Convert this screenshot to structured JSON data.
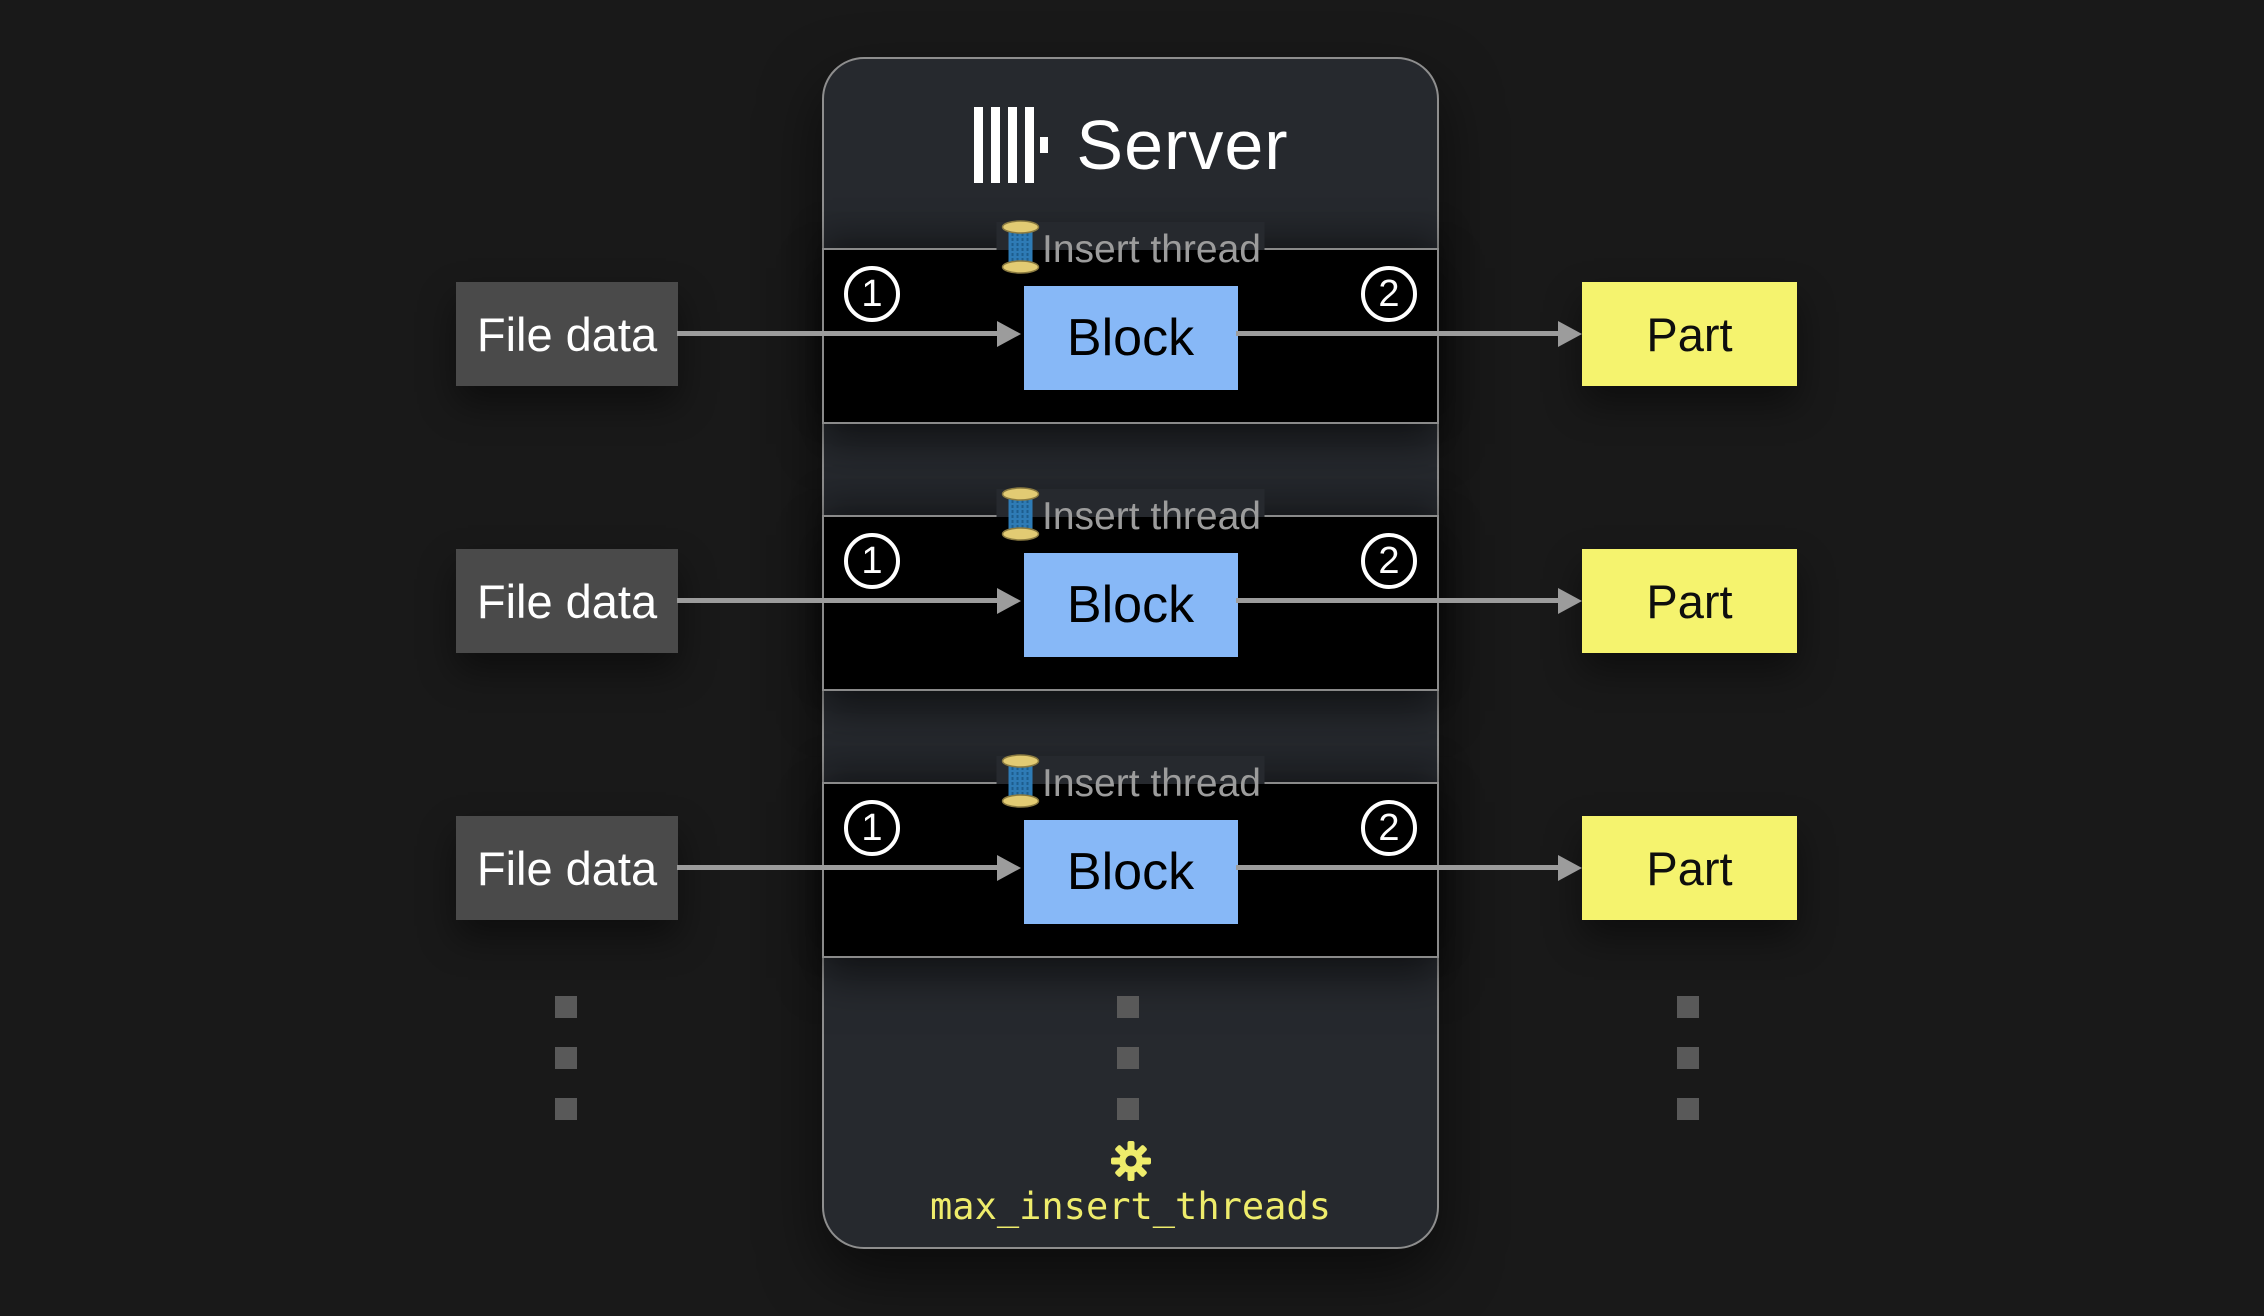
{
  "server": {
    "title": "Server",
    "logo_icon": "clickhouse-bars-icon",
    "threads": [
      {
        "legend": "Insert thread",
        "icon": "thread-spool-icon",
        "step_in": "1",
        "block": "Block",
        "step_out": "2"
      },
      {
        "legend": "Insert thread",
        "icon": "thread-spool-icon",
        "step_in": "1",
        "block": "Block",
        "step_out": "2"
      },
      {
        "legend": "Insert thread",
        "icon": "thread-spool-icon",
        "step_in": "1",
        "block": "Block",
        "step_out": "2"
      }
    ],
    "setting": {
      "icon": "gear-icon",
      "label": "max_insert_threads"
    }
  },
  "inputs": [
    {
      "label": "File data"
    },
    {
      "label": "File data"
    },
    {
      "label": "File data"
    }
  ],
  "outputs": [
    {
      "label": "Part"
    },
    {
      "label": "Part"
    },
    {
      "label": "Part"
    }
  ],
  "colors": {
    "canvas_bg": "#191919",
    "server_bg": "#26292e",
    "server_border": "#8e8e8e",
    "thread_box_bg": "#000000",
    "legend_text": "#9c9c9c",
    "block_fill": "#87b8f7",
    "file_data_fill": "#4a4a4a",
    "part_fill": "#f5f36e",
    "arrow": "#9c9c9c",
    "accent_yellow": "#eeec6b",
    "dots": "#595959"
  }
}
